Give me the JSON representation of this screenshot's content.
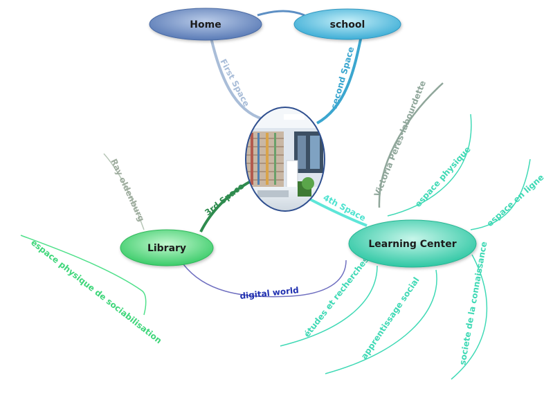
{
  "nodes": {
    "home": "Home",
    "school": "school",
    "library": "Library",
    "learning_center": "Learning Center"
  },
  "connections": {
    "first_space": "First Space",
    "second_space": "second Space",
    "third_space": "3rd Space",
    "fourth_space": "4th Space",
    "digital_world": "digital world"
  },
  "library_branches": {
    "ray_oldenburg": "Ray oldenburg",
    "espace_physique_sociabilisation": "espace physique de sociabilisation"
  },
  "learning_center_branches": {
    "victoria": "Victoria Peres-labourdette",
    "espace_physique": "espace physique",
    "espace_en_ligne": "espace en ligne",
    "etudes": "études et recherches",
    "apprentissage": "apprentissage social",
    "societe": "societe de la connaissance"
  },
  "colors": {
    "home": "#6a8cc4",
    "school": "#5bbfe0",
    "library": "#4fd47a",
    "learning_center": "#3fcfb0",
    "first_space_line": "#a9bdd8",
    "second_space_line": "#3ba6cf",
    "third_space_line": "#2e8b4e",
    "fourth_space_line": "#5ee6d8",
    "digital_world_text": "#2030b0",
    "digital_world_line": "#6f6fc0",
    "ray_line": "#a8b8a8",
    "sociabilisation": "#4fe08a",
    "victoria": "#8fa69a",
    "lc_branch": "#3fd9b5"
  },
  "center_image": "library-interior-photo"
}
